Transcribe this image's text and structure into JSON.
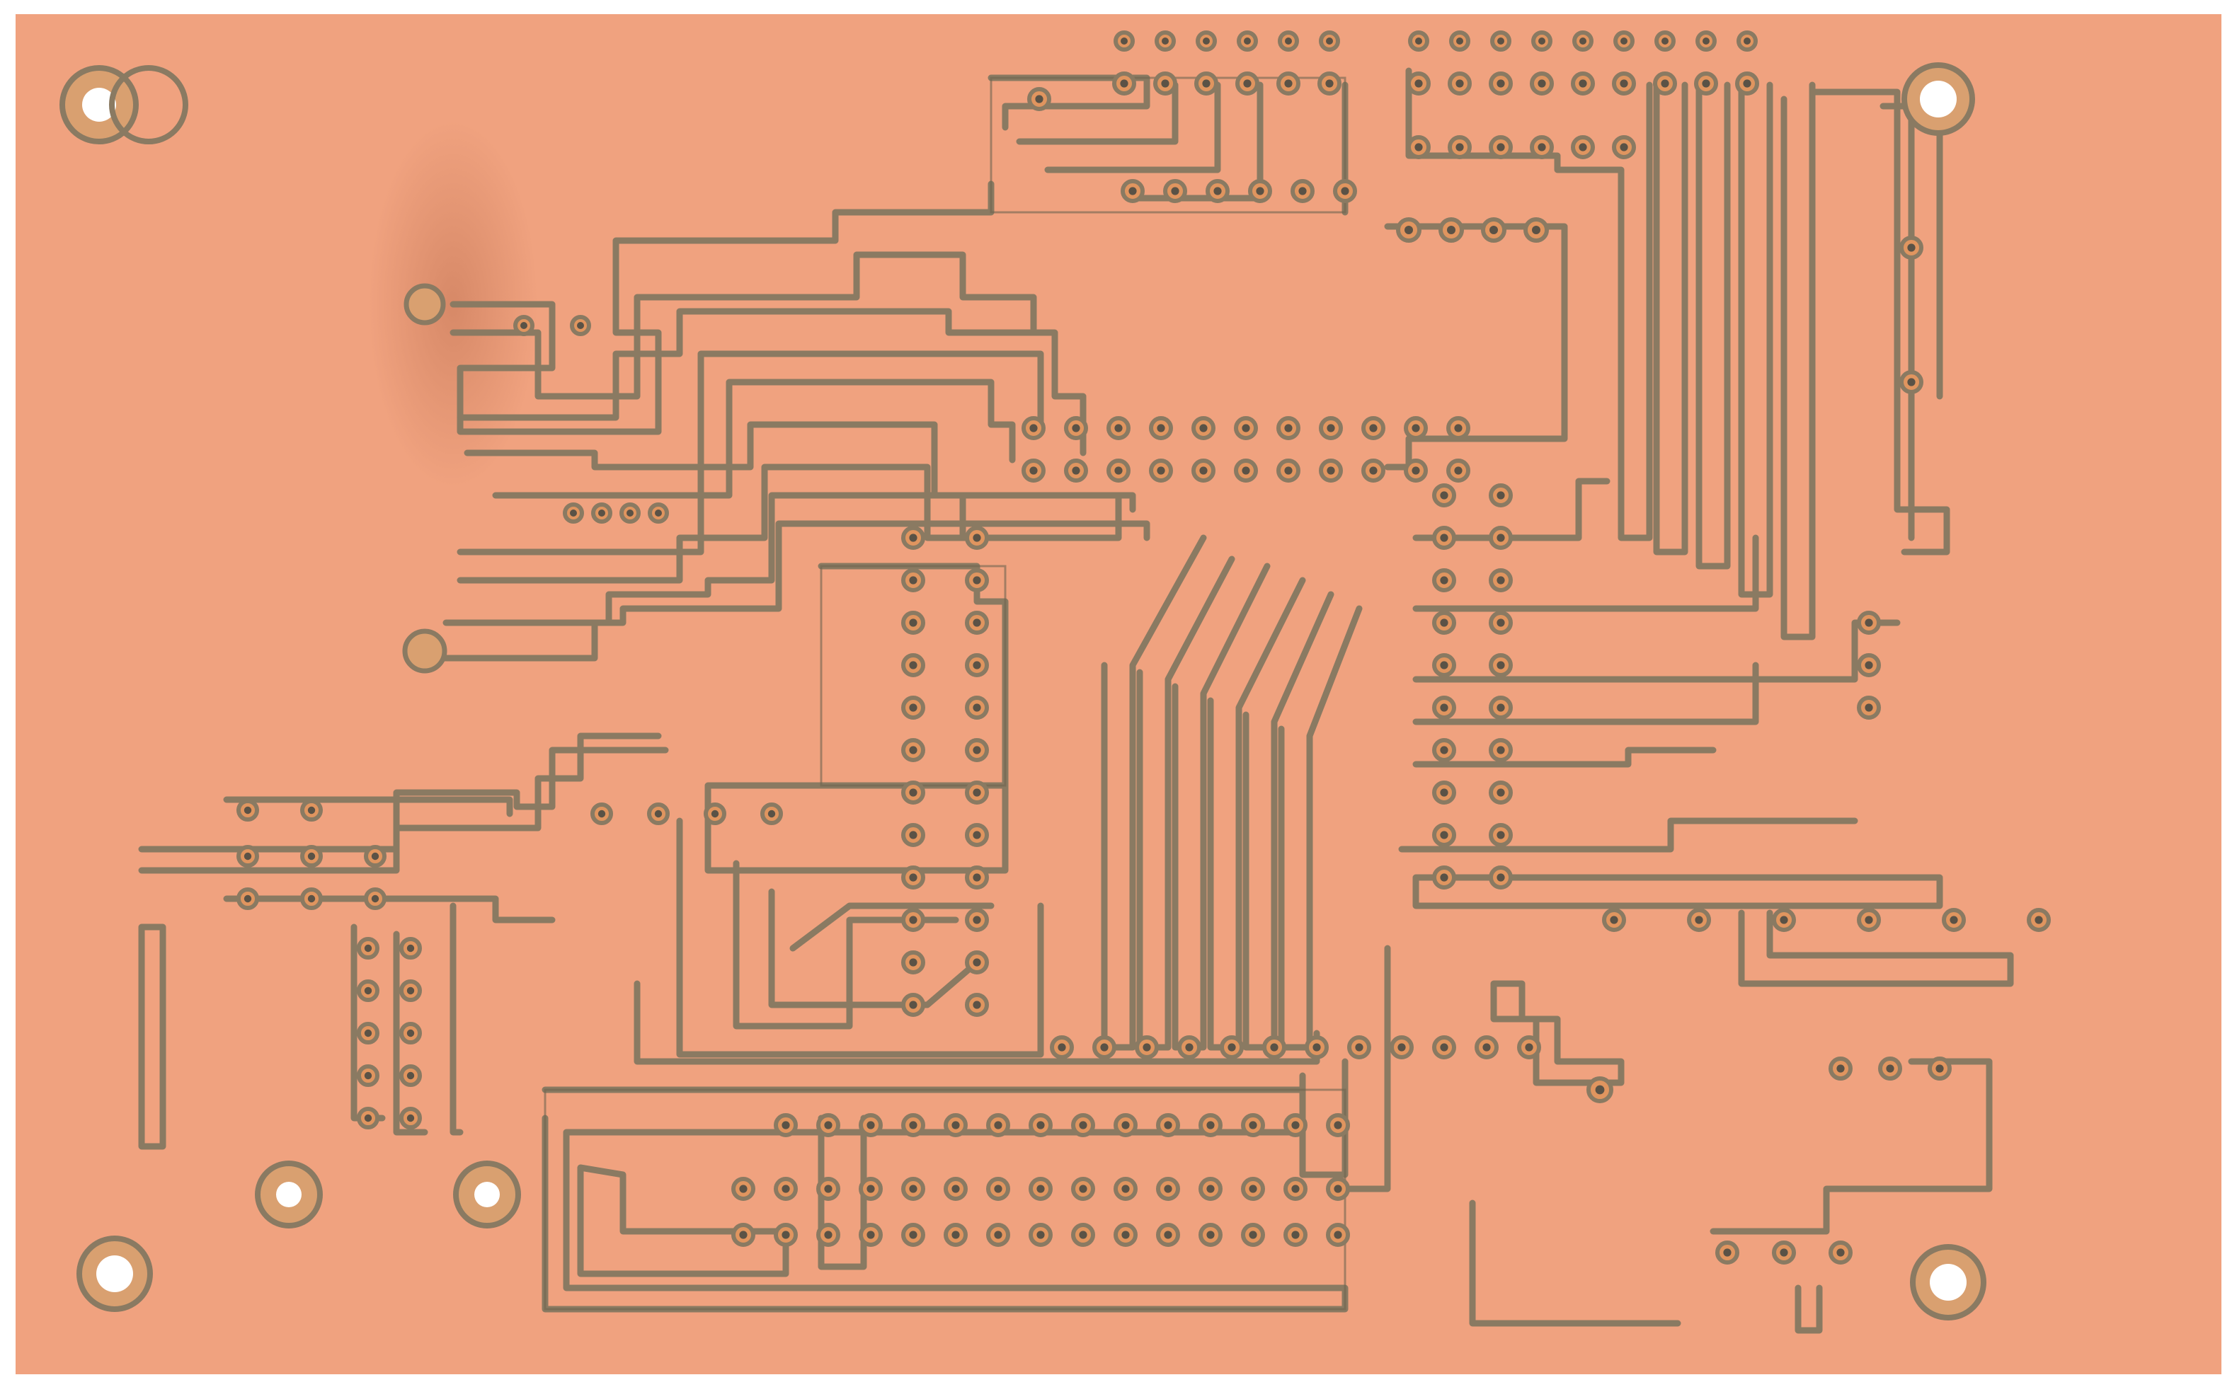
{
  "colors": {
    "background": "#ffffff",
    "copper": "#f0a27f",
    "copper_shade": "#e8966f",
    "gap": "#8a7a62",
    "gap_dark": "#6f6450",
    "pad": "#e0955f",
    "hole": "#5a5246"
  },
  "board": {
    "mounting_holes": 6,
    "trace_sets": [
      "left-connector-bus",
      "right-header-bus",
      "central-fanout",
      "bottom-edge-connector"
    ]
  }
}
